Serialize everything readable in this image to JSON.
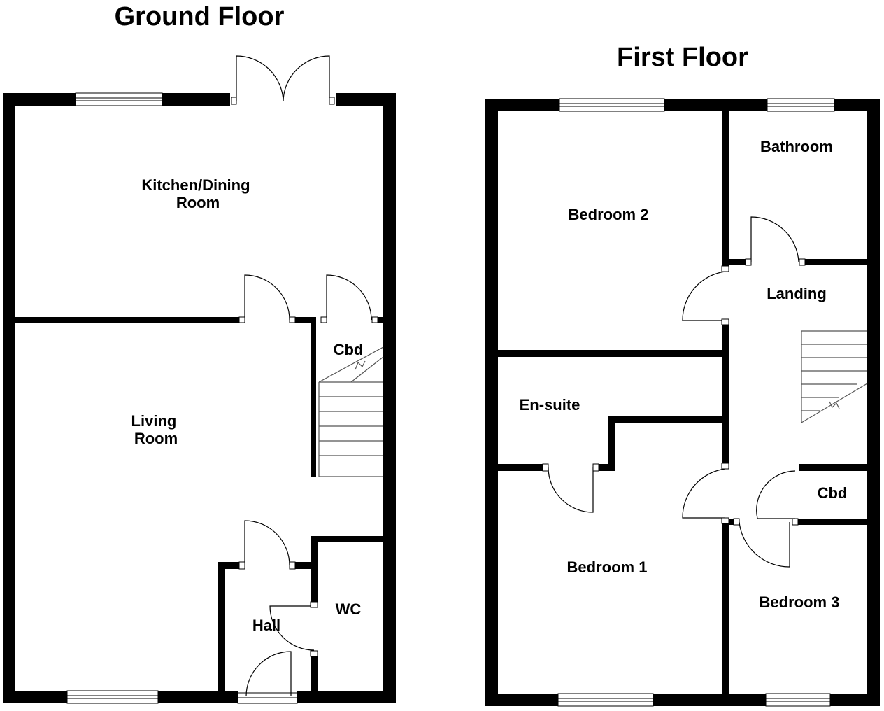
{
  "ground_floor": {
    "title": "Ground Floor",
    "rooms": [
      [
        "Kitchen/Dining",
        "Room"
      ],
      [
        "Living",
        "Room"
      ],
      [
        "Cbd"
      ],
      [
        "Hall"
      ],
      [
        "WC"
      ]
    ]
  },
  "first_floor": {
    "title": "First Floor",
    "rooms": [
      [
        "Bedroom 2"
      ],
      [
        "Bathroom"
      ],
      [
        "Landing"
      ],
      [
        "En-suite"
      ],
      [
        "Cbd"
      ],
      [
        "Bedroom 1"
      ],
      [
        "Bedroom 3"
      ]
    ]
  }
}
